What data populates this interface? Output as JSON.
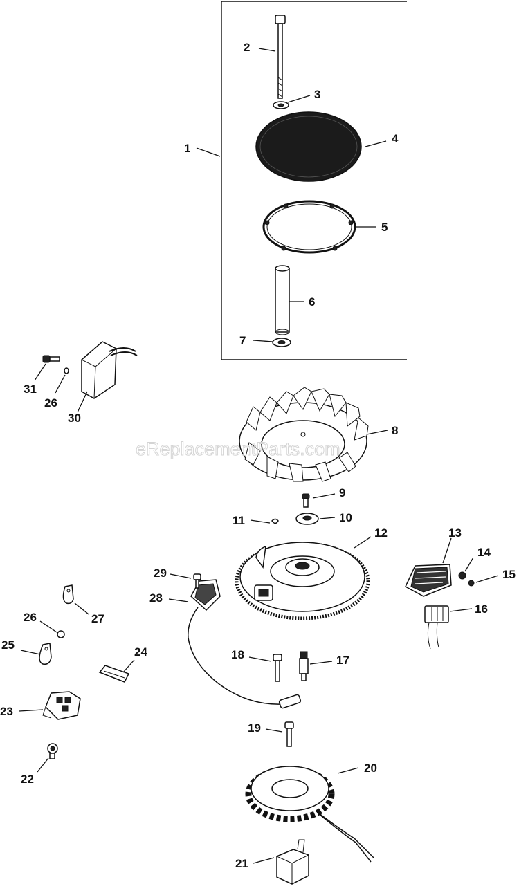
{
  "watermark": "eReplacementParts.com",
  "callouts": {
    "c1": "1",
    "c2": "2",
    "c3": "3",
    "c4": "4",
    "c5": "5",
    "c6": "6",
    "c7": "7",
    "c8": "8",
    "c9": "9",
    "c10": "10",
    "c11": "11",
    "c12": "12",
    "c13": "13",
    "c14": "14",
    "c15": "15",
    "c16": "16",
    "c17": "17",
    "c18": "18",
    "c19": "19",
    "c20": "20",
    "c21": "21",
    "c22": "22",
    "c23": "23",
    "c24": "24",
    "c25": "25",
    "c26a": "26",
    "c26b": "26",
    "c27": "27",
    "c28": "28",
    "c29": "29",
    "c30": "30",
    "c31": "31"
  }
}
